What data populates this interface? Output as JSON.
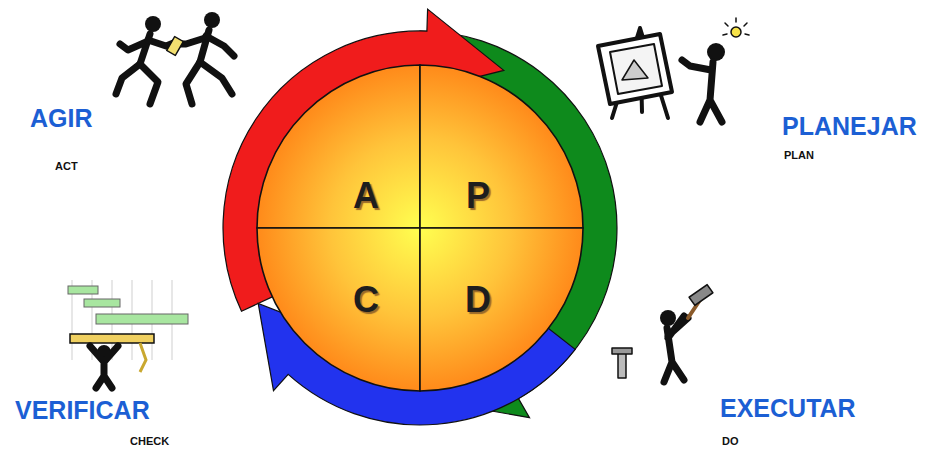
{
  "diagram": {
    "nodes": [
      {
        "text": [
          "A"
        ]
      },
      {
        "text": [
          "P"
        ]
      },
      {
        "text": [
          "C"
        ]
      },
      {
        "text": [
          "D"
        ]
      }
    ],
    "labels": [
      "AGIR",
      "ACT",
      "PLANEJAR",
      "PLAN",
      "VERIFICAR",
      "CHECK",
      "EXECUTAR",
      "DO"
    ]
  }
}
